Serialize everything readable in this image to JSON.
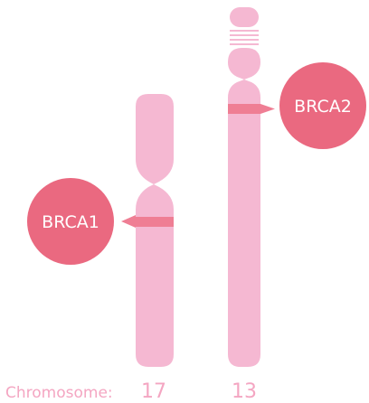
{
  "colors": {
    "chromosome": "#f5b8d2",
    "band": "#ef7e94",
    "gene_circle": "#ea6980",
    "gene_text": "#ffffff",
    "footer_text": "#f4a6c2",
    "stripe": "#ffffff"
  },
  "genes": {
    "brca1": "BRCA1",
    "brca2": "BRCA2"
  },
  "footer": {
    "label": "Chromosome:",
    "chr17": "17",
    "chr13": "13"
  }
}
